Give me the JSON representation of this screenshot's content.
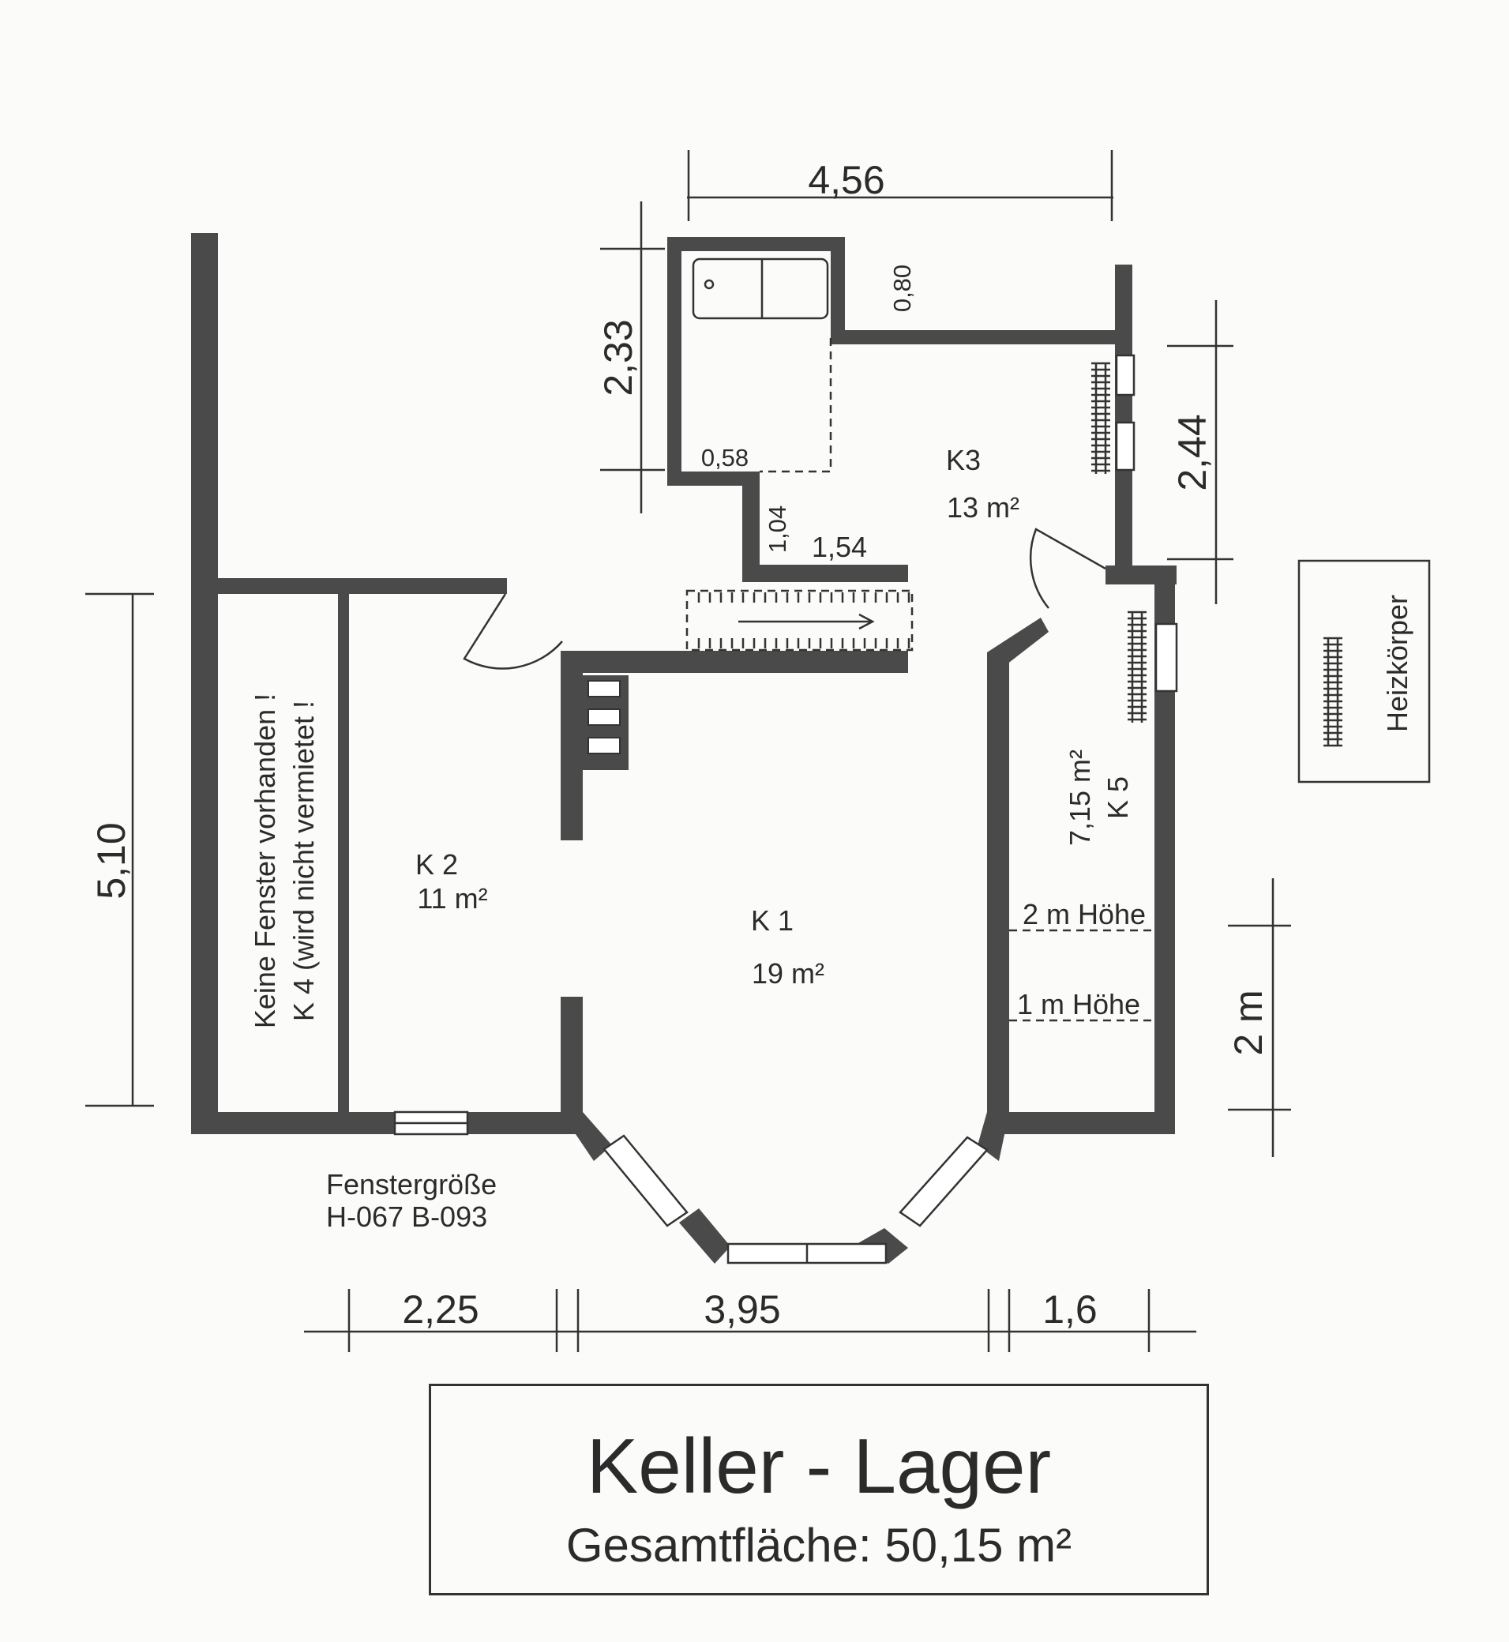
{
  "title": "Keller - Lager",
  "subtitle": "Gesamtfläche: 50,15 m²",
  "rooms": {
    "k1": {
      "name": "K 1",
      "area": "19 m²"
    },
    "k2": {
      "name": "K 2",
      "area": "11 m²"
    },
    "k3": {
      "name": "K3",
      "area": "13 m²"
    },
    "k5": {
      "name": "K 5",
      "area": "7,15 m²"
    },
    "k4_note_line1": "Keine Fenster vorhanden !",
    "k4_note_line2": "K 4 (wird nicht vermietet !"
  },
  "dimensions": {
    "top_width": "4,56",
    "k3_height_left": "2,33",
    "k3_height_right": "2,44",
    "wall_080": "0,80",
    "inner_058": "0,58",
    "inner_104": "1,04",
    "inner_154": "1,54",
    "left_height": "5,10",
    "bottom_225": "2,25",
    "bottom_395": "3,95",
    "bottom_16": "1,6",
    "right_2m": "2 m"
  },
  "heights": {
    "h2": "2 m Höhe",
    "h1": "1 m Höhe"
  },
  "window_note": {
    "line1": "Fenstergröße",
    "line2": "H-067 B-093"
  },
  "legend": {
    "label": "Heizkörper"
  }
}
